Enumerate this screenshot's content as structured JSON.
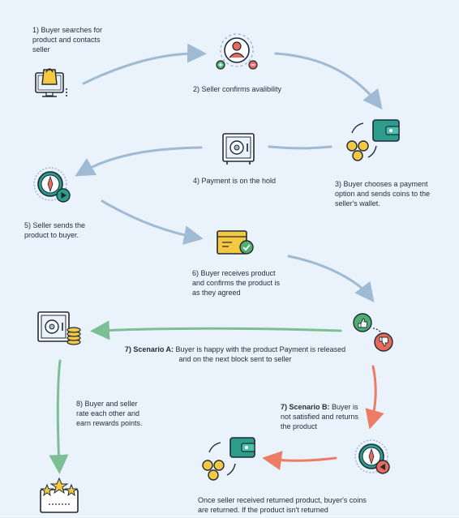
{
  "steps": {
    "s1": "1) Buyer searches for product and contacts seller",
    "s2": "2) Seller confirms avalibility",
    "s3": "3) Buyer chooses a payment option and sends coins to the seller's wallet.",
    "s4": "4) Payment is on the hold",
    "s5": "5) Seller sends the product to buyer.",
    "s6": "6) Buyer receives product and confirms the product is as they agreed",
    "s7a_title": "7) Scenario A:",
    "s7a_text": " Buyer is happy with the product Payment is released and on the next block sent to seller",
    "s7b_title": "7) Scenario B:",
    "s7b_text": " Buyer is not satisfied and returns the product",
    "s8": "8) Buyer and seller rate each other and earn rewards points.",
    "s9": "Once seller received returned product, buyer's coins are returned.  If the product isn't returned"
  },
  "colors": {
    "arrow_blue": "#9fbad2",
    "arrow_green": "#7dbf94",
    "arrow_red": "#ec7c64",
    "outline": "#1e2a3a",
    "teal": "#2d9d8b",
    "yellow": "#f5c842",
    "red": "#e76a5a",
    "green": "#4caf6d"
  },
  "icons": [
    "shopping-computer-icon",
    "seller-person-icon",
    "wallet-coins-icon",
    "safe-icon",
    "compass-play-icon",
    "package-check-icon",
    "thumbs-up-down-icon",
    "safe-coins-icon",
    "compass-return-icon",
    "wallet-coins-return-icon",
    "rating-stars-icon"
  ]
}
